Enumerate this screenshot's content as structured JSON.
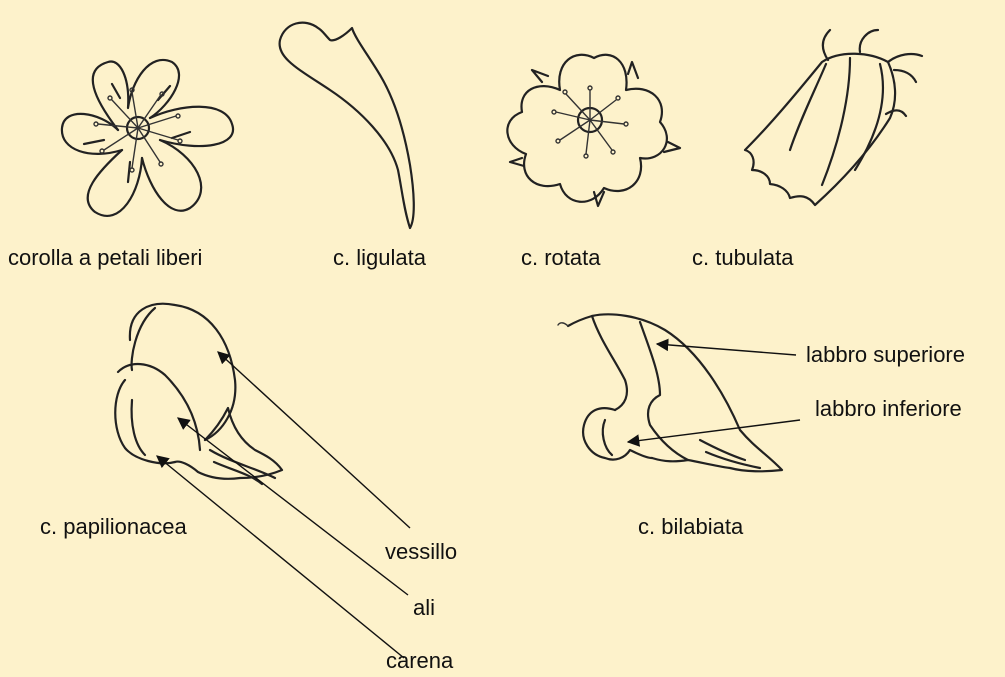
{
  "background_color": "#fdf2cb",
  "ink_color": "#222222",
  "figures": {
    "free_petals": {
      "caption": "corolla a petali liberi"
    },
    "ligulate": {
      "caption": "c. ligulata"
    },
    "rotate": {
      "caption": "c. rotata"
    },
    "tubular": {
      "caption": "c. tubulata"
    },
    "papilionaceous": {
      "caption": "c. papilionacea",
      "parts": {
        "standard": "vessillo",
        "wings": "ali",
        "keel": "carena"
      }
    },
    "bilabiate": {
      "caption": "c. bilabiata",
      "parts": {
        "upper_lip": "labbro superiore",
        "lower_lip": "labbro inferiore"
      }
    }
  }
}
